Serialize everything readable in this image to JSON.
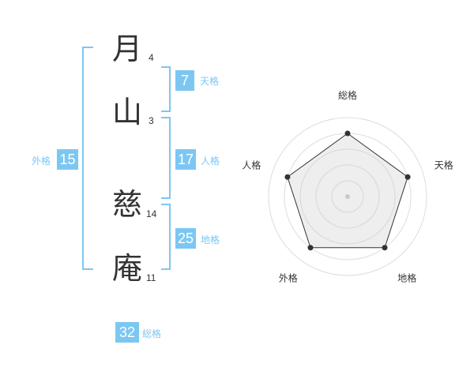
{
  "name": {
    "chars": [
      {
        "char": "月",
        "strokes": "4"
      },
      {
        "char": "山",
        "strokes": "3"
      },
      {
        "char": "慈",
        "strokes": "14"
      },
      {
        "char": "庵",
        "strokes": "11"
      }
    ]
  },
  "kaku": {
    "tenkaku": {
      "value": "7",
      "label": "天格"
    },
    "jinkaku": {
      "value": "17",
      "label": "人格"
    },
    "chikaku": {
      "value": "25",
      "label": "地格"
    },
    "gaikaku": {
      "value": "15",
      "label": "外格"
    },
    "soukaku": {
      "value": "32",
      "label": "総格"
    }
  },
  "colors": {
    "accent": "#7cc7f2",
    "text": "#333333"
  },
  "chart_data": {
    "type": "radar",
    "axes": [
      "総格",
      "天格",
      "地格",
      "外格",
      "人格"
    ],
    "values": [
      4,
      4,
      4,
      4,
      4
    ],
    "max": 5,
    "rings": 5
  }
}
